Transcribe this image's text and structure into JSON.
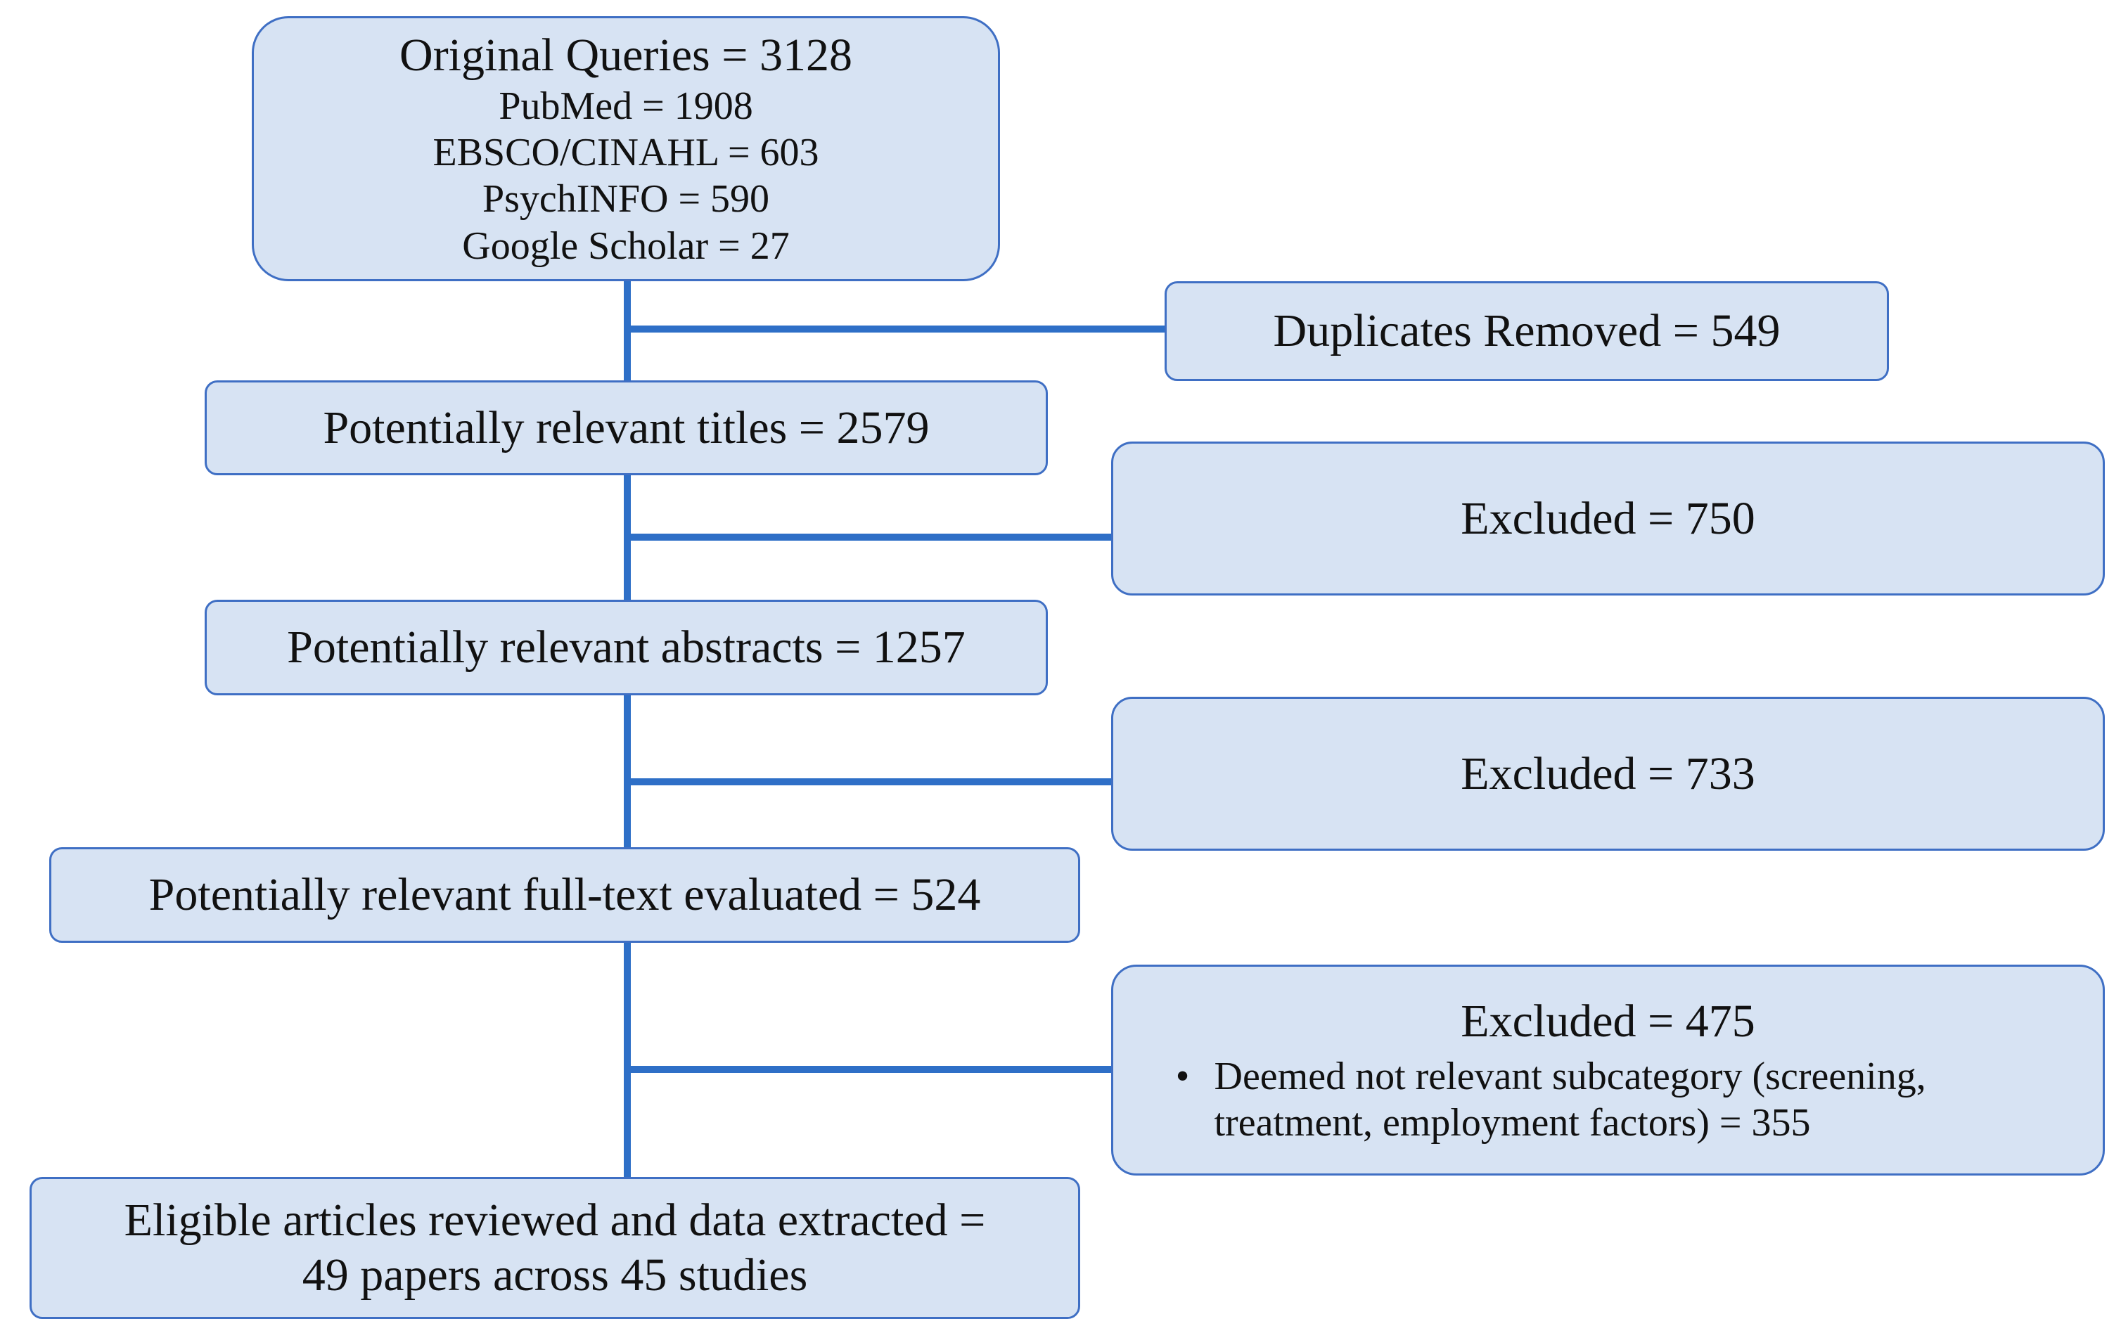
{
  "original_queries": {
    "title": "Original Queries = 3128",
    "sources": [
      "PubMed = 1908",
      "EBSCO/CINAHL = 603",
      "PsychINFO = 590",
      "Google Scholar = 27"
    ]
  },
  "duplicates_removed": "Duplicates Removed = 549",
  "titles": "Potentially relevant titles = 2579",
  "excluded_titles": "Excluded = 750",
  "abstracts": "Potentially relevant abstracts = 1257",
  "excluded_abstracts": "Excluded = 733",
  "full_text": "Potentially relevant full-text evaluated = 524",
  "excluded_full_text": {
    "title": "Excluded = 475",
    "bullet_symbol": "•",
    "bullet_lines": [
      "Deemed not relevant subcategory (screening,",
      "treatment, employment factors) = 355"
    ]
  },
  "eligible": {
    "lines": [
      "Eligible articles reviewed and data extracted =",
      "49 papers across 45 studies"
    ]
  },
  "colors": {
    "box_fill": "#d7e3f3",
    "box_border": "#3f6fc4",
    "connector": "#2e6fc7"
  }
}
